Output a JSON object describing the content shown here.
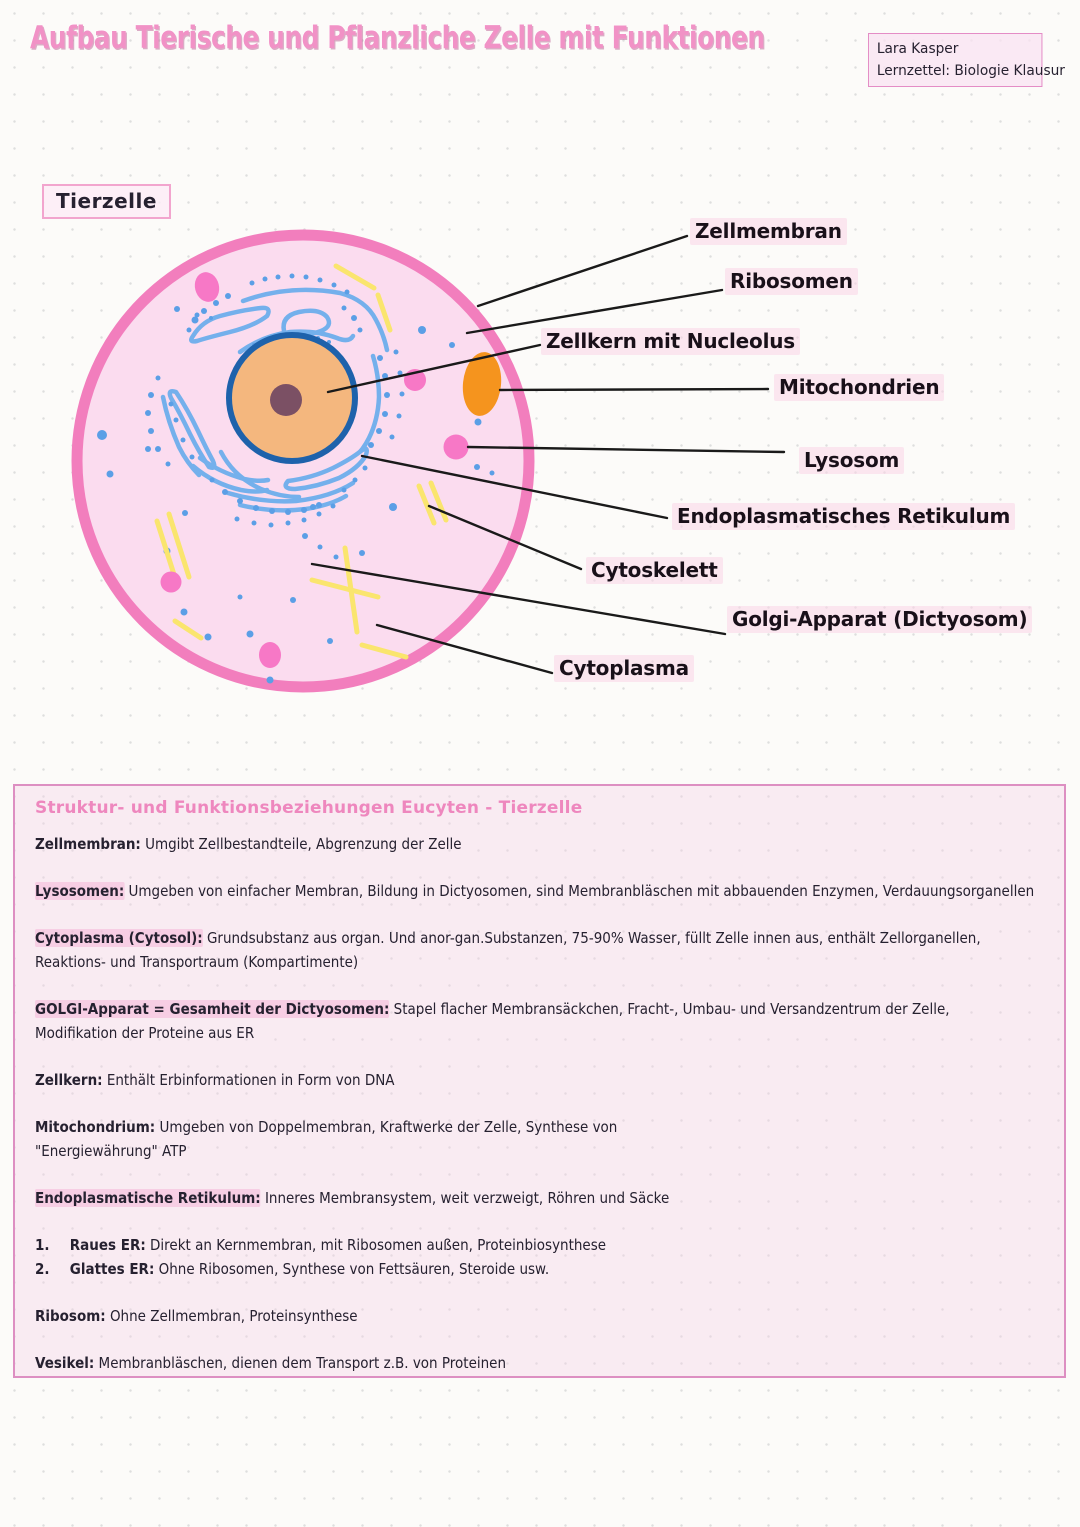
{
  "title": "Aufbau Tierische und Pflanzliche Zelle mit Funktionen",
  "author_box": {
    "line1": "Lara Kasper",
    "line2": "Lernzettel: Biologie Klausur"
  },
  "diagram": {
    "section_label": "Tierzelle",
    "labels": [
      {
        "id": "zellmembran",
        "text": "Zellmembran"
      },
      {
        "id": "ribosomen",
        "text": "Ribosomen"
      },
      {
        "id": "zellkern",
        "text": "Zellkern mit Nucleolus"
      },
      {
        "id": "mitochondrien",
        "text": "Mitochondrien"
      },
      {
        "id": "lysosom",
        "text": "Lysosom"
      },
      {
        "id": "endoplasmatisches-retikulum",
        "text": "Endoplasmatisches Retikulum"
      },
      {
        "id": "cytoskelett",
        "text": "Cytoskelett"
      },
      {
        "id": "golgi-apparat",
        "text": "Golgi-Apparat (Dictyosom)"
      },
      {
        "id": "cytoplasma",
        "text": "Cytoplasma"
      }
    ]
  },
  "info_box": {
    "heading": "Struktur- und Funktionsbeziehungen Eucyten - Tierzelle",
    "entries": [
      {
        "term": "Zellmembran:",
        "desc": " Umgibt Zellbestandteile, Abgrenzung der Zelle",
        "highlight": false
      },
      {
        "term": "Lysosomen:",
        "desc": " Umgeben von einfacher Membran, Bildung in Dictyosomen, sind Membranbläschen mit abbauenden Enzymen, Verdauungsorganellen",
        "highlight": true
      },
      {
        "term": "Cytoplasma (Cytosol):",
        "desc": "  Grundsubstanz aus organ. Und anor-gan.Substanzen, 75-90% Wasser, füllt Zelle innen aus, enthält Zellorganellen, Reaktions- und Transportraum (Kompartimente)",
        "highlight": true
      },
      {
        "term": "GOLGI-Apparat = Gesamheit der Dictyosomen:",
        "desc": " Stapel flacher Membransäckchen, Fracht-, Umbau- und Versandzentrum der Zelle, Modifikation der Proteine aus ER",
        "highlight": true
      },
      {
        "term": "Zellkern:",
        "desc": "  Enthält Erbinformationen in Form von DNA",
        "highlight": false
      },
      {
        "term": "Mitochondrium:",
        "desc": "  Umgeben von Doppelmembran, Kraftwerke der Zelle, Synthese von\n\"Energiewährung\" ATP",
        "highlight": false
      },
      {
        "term": "Endoplasmatische Retikulum:",
        "desc": " Inneres Membransystem, weit verzweigt, Röhren und Säcke",
        "highlight": true
      }
    ],
    "er_list": [
      {
        "num": "1.",
        "term": "Raues ER:",
        "desc": "  Direkt an Kernmembran, mit Ribosomen außen, Proteinbiosynthese"
      },
      {
        "num": "2.",
        "term": "Glattes ER:",
        "desc": " Ohne Ribosomen, Synthese von Fettsäuren, Steroide usw."
      }
    ],
    "entries_after": [
      {
        "term": "Ribosom:",
        "desc": "  Ohne Zellmembran, Proteinsynthese",
        "highlight": false
      },
      {
        "term": "Vesikel:",
        "desc": " Membranbläschen, dienen dem Transport z.B. von Proteinen",
        "highlight": false
      }
    ]
  },
  "colors": {
    "accent_pink": "#f192c6",
    "membrane": "#f27ebd",
    "cell_fill": "#fbdcef",
    "nucleus_fill": "#f4b77e",
    "nucleus_ring": "#1e62ab",
    "nucleolus": "#7b5064",
    "er_blue": "#74b0ec",
    "ribosome_blue": "#5b9fe6",
    "lysosome_pink": "#f778c6",
    "mitochondrion_orange": "#f5941e",
    "cytoskeleton_yellow": "#fae56e"
  }
}
